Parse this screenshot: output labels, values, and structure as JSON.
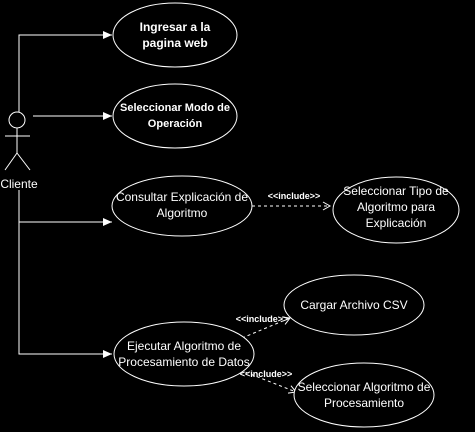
{
  "actor": {
    "label": "Cliente"
  },
  "use_cases": {
    "ingresar": {
      "line1": "Ingresar a la",
      "line2": "pagina web"
    },
    "seleccionar_modo": {
      "line1": "Seleccionar Modo de",
      "line2": "Operación"
    },
    "consultar": {
      "line1": "Consultar Explicación de",
      "line2": "Algoritmo"
    },
    "seleccionar_tipo": {
      "line1": "Seleccionar Tipo de",
      "line2": "Algoritmo para",
      "line3": "Explicación"
    },
    "cargar_csv": {
      "line1": "Cargar Archivo CSV"
    },
    "ejecutar": {
      "line1": "Ejecutar Algoritmo de",
      "line2": "Procesamiento de Datos"
    },
    "seleccionar_algoritmo": {
      "line1": "Seleccionar Algoritmo de",
      "line2": "Procesamiento"
    }
  },
  "relations": {
    "include_1": "<<include>>",
    "include_2": "<<include>>",
    "include_3": "<<include>>"
  },
  "colors": {
    "background": "#000000",
    "stroke": "#ffffff",
    "text": "#ffffff"
  }
}
